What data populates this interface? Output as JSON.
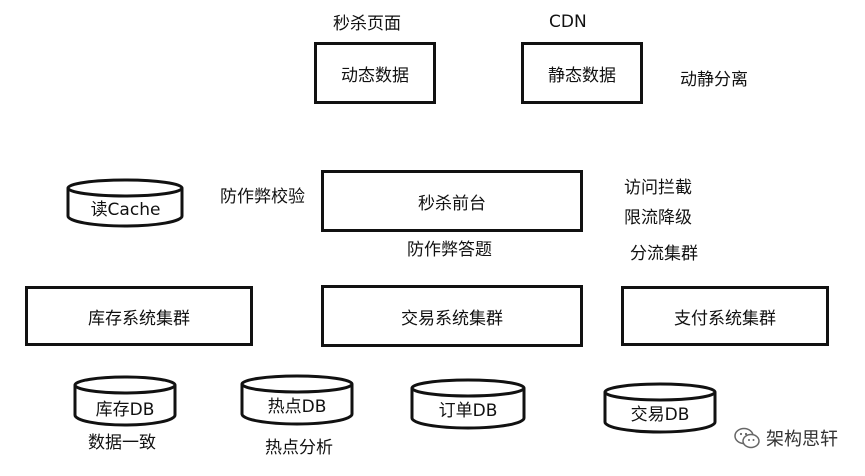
{
  "top": {
    "left_caption": "秒杀页面",
    "right_caption": "CDN",
    "dynamic_box": "动态数据",
    "static_box": "静态数据",
    "side_note": "动静分离"
  },
  "middle": {
    "cache": "读Cache",
    "anti_cheat_verify": "防作弊校验",
    "frontend_box": "秒杀前台",
    "anti_cheat_answer": "防作弊答题",
    "access_intercept": "访问拦截",
    "rate_limit": "限流降级",
    "traffic_split": "分流集群"
  },
  "clusters": {
    "inventory": "库存系统集群",
    "trade": "交易系统集群",
    "payment": "支付系统集群"
  },
  "databases": {
    "inventory_db": "库存DB",
    "hotspot_db": "热点DB",
    "order_db": "订单DB",
    "trade_db": "交易DB"
  },
  "notes": {
    "consistency": "数据一致",
    "hotspot_analysis": "热点分析"
  },
  "watermark": "架构思轩"
}
